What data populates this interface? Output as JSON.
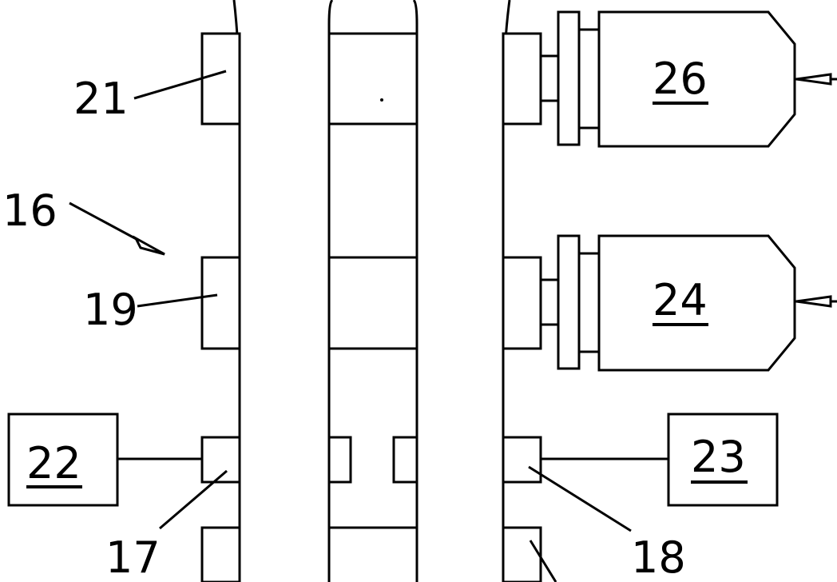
{
  "labels": {
    "l16": "16",
    "l21": "21",
    "l19": "19",
    "l17": "17",
    "l18": "18",
    "l22": "22",
    "l23": "23",
    "l24": "24",
    "l26": "26"
  }
}
